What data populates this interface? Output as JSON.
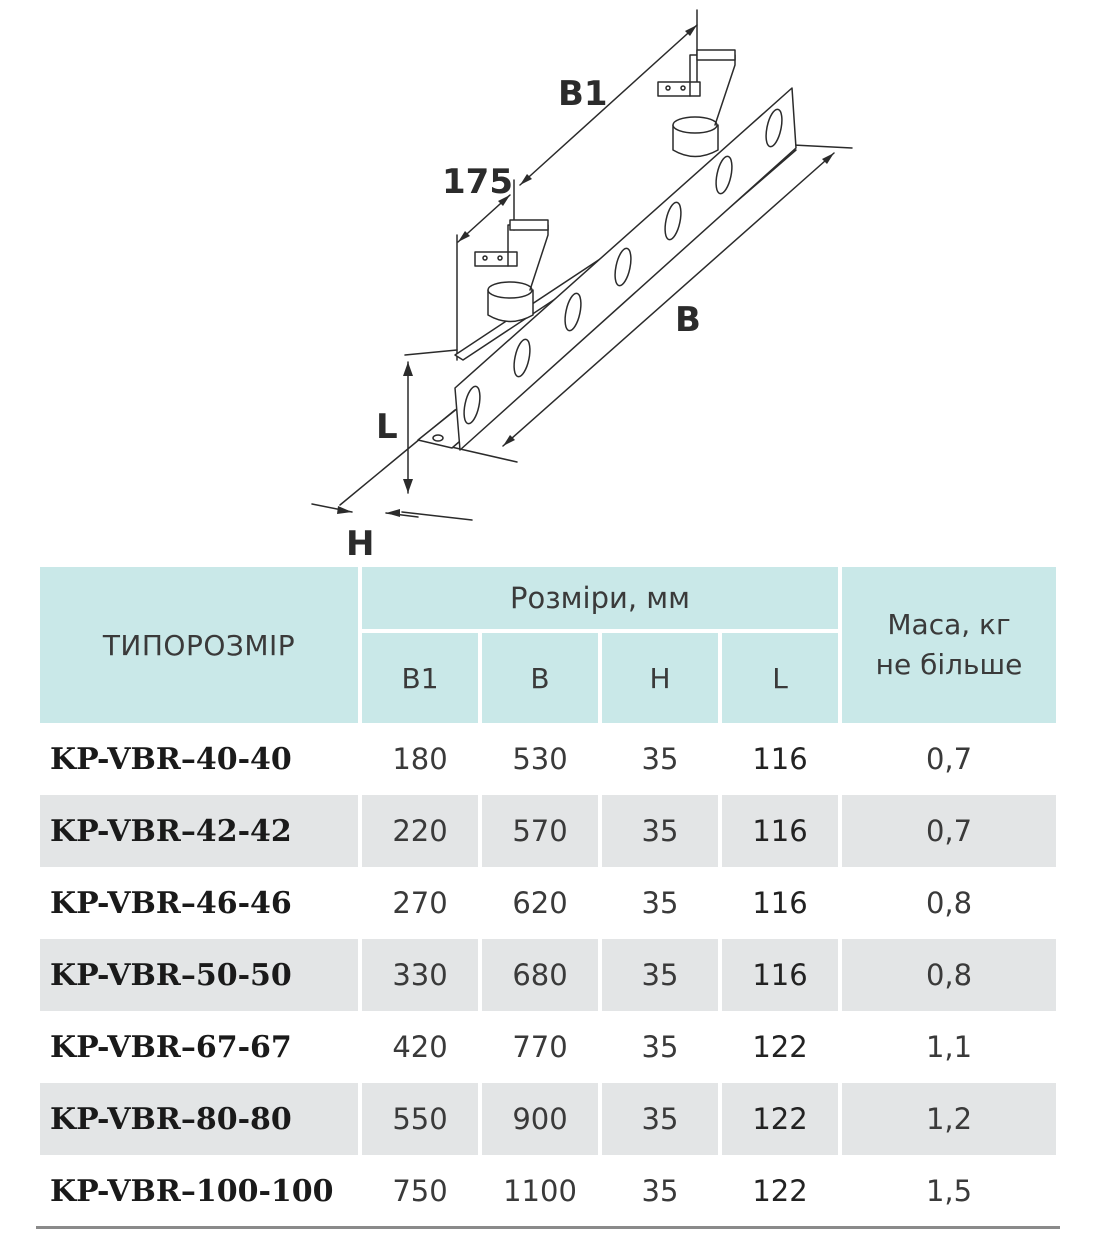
{
  "drawing": {
    "labels": {
      "b1": "B1",
      "offset": "175",
      "b": "B",
      "l": "L",
      "h": "H"
    }
  },
  "table": {
    "header": {
      "size_col": "ТИПОРОЗМІР",
      "dims_group": "Розміри, мм",
      "dims": [
        "B1",
        "B",
        "H",
        "L"
      ],
      "mass_line1": "Маса, кг",
      "mass_line2": "не більше"
    },
    "rows": [
      {
        "model": "KP-VBR–40-40",
        "b1": "180",
        "b": "530",
        "h": "35",
        "l": "116",
        "mass": "0,7"
      },
      {
        "model": "KP-VBR–42-42",
        "b1": "220",
        "b": "570",
        "h": "35",
        "l": "116",
        "mass": "0,7"
      },
      {
        "model": "KP-VBR–46-46",
        "b1": "270",
        "b": "620",
        "h": "35",
        "l": "116",
        "mass": "0,8"
      },
      {
        "model": "KP-VBR–50-50",
        "b1": "330",
        "b": "680",
        "h": "35",
        "l": "116",
        "mass": "0,8"
      },
      {
        "model": "KP-VBR–67-67",
        "b1": "420",
        "b": "770",
        "h": "35",
        "l": "122",
        "mass": "1,1"
      },
      {
        "model": "KP-VBR–80-80",
        "b1": "550",
        "b": "900",
        "h": "35",
        "l": "122",
        "mass": "1,2"
      },
      {
        "model": "KP-VBR–100-100",
        "b1": "750",
        "b": "1100",
        "h": "35",
        "l": "122",
        "mass": "1,5"
      }
    ]
  },
  "colors": {
    "header_bg": "#c9e8e8",
    "stripe_bg": "#e3e5e6"
  }
}
